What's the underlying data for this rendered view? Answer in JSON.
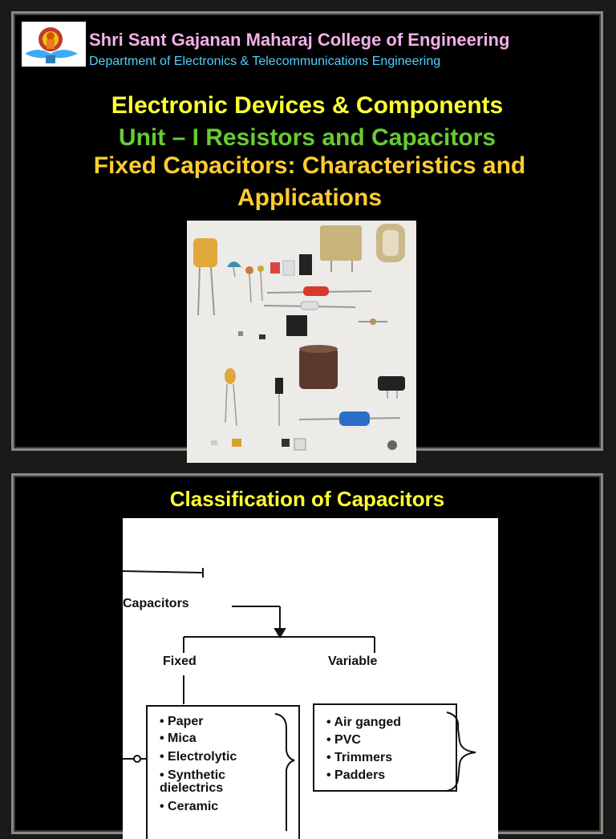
{
  "slide1": {
    "college_name": "Shri Sant Gajanan Maharaj College of Engineering",
    "department": "Department of Electronics & Telecommunications Engineering",
    "course_title": "Electronic Devices & Components",
    "unit_title": "Unit – I Resistors and Capacitors",
    "topic_title": "Fixed Capacitors: Characteristics and Applications"
  },
  "slide2": {
    "title": "Classification of Capacitors",
    "diagram": {
      "root": "Capacitors",
      "fixed_label": "Fixed",
      "variable_label": "Variable",
      "fixed_items": [
        "Paper",
        "Mica",
        "Electrolytic",
        "Synthetic dielectrics",
        "Ceramic"
      ],
      "variable_items": [
        "Air ganged",
        "PVC",
        "Trimmers",
        "Padders"
      ]
    }
  }
}
